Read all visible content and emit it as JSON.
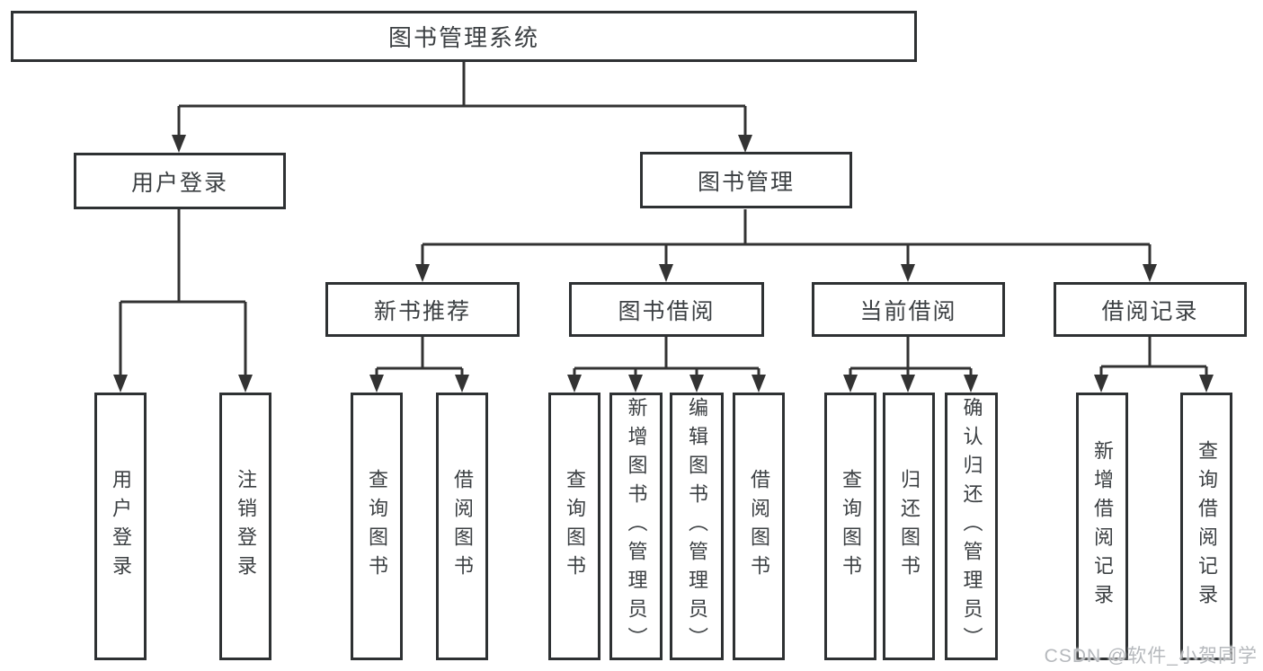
{
  "diagram": {
    "root": {
      "label": "图书管理系统"
    },
    "children": [
      {
        "label": "用户登录",
        "children": [
          {
            "label": "用户登录"
          },
          {
            "label": "注销登录"
          }
        ]
      },
      {
        "label": "图书管理",
        "children": [
          {
            "label": "新书推荐",
            "children": [
              {
                "label": "查询图书"
              },
              {
                "label": "借阅图书"
              }
            ]
          },
          {
            "label": "图书借阅",
            "children": [
              {
                "label": "查询图书"
              },
              {
                "label": "新增图书（管理员）"
              },
              {
                "label": "编辑图书（管理员）"
              },
              {
                "label": "借阅图书"
              }
            ]
          },
          {
            "label": "当前借阅",
            "children": [
              {
                "label": "查询图书"
              },
              {
                "label": "归还图书"
              },
              {
                "label": "确认归还（管理员）"
              }
            ]
          },
          {
            "label": "借阅记录",
            "children": [
              {
                "label": "新增借阅记录"
              },
              {
                "label": "查询借阅记录"
              }
            ]
          }
        ]
      }
    ]
  },
  "watermark": {
    "text": "CSDN @软件_小贺同学"
  },
  "colors": {
    "line": "#333333",
    "border": "#2e3133",
    "text": "#3c4043",
    "watermark": "#b6b9bd"
  }
}
